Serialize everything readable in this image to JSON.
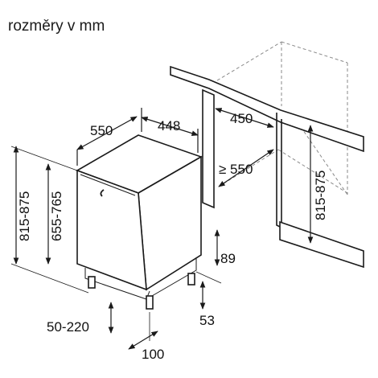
{
  "title": "rozměry v mm",
  "dimensions": {
    "depth": "550",
    "width": "448",
    "niche_width": "450",
    "niche_depth": "≥ 550",
    "height_range": "815-875",
    "door_height_range": "655-765",
    "niche_height_range": "815-875",
    "plinth_height": "89",
    "plinth_depth": "53",
    "foot_adjust_range": "50-220",
    "foot_offset": "100"
  },
  "colors": {
    "line": "#1a1a1a",
    "dashed": "#8a8a8a",
    "panel": "#ffffff"
  }
}
